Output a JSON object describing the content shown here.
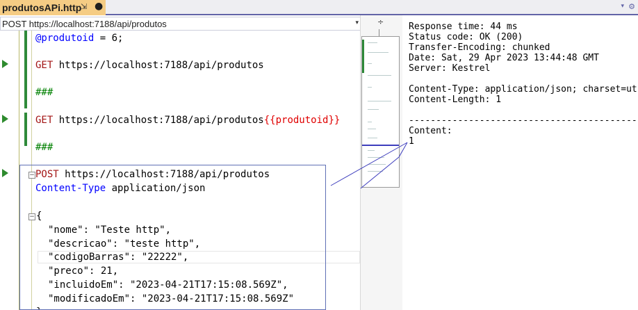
{
  "tab": {
    "title": "produtosAPi.http",
    "pin_icon": "pin-icon",
    "modified_icon": "modified-dot-icon"
  },
  "navbar": {
    "selected": "POST https://localhost:7188/api/produtos"
  },
  "code": {
    "line1_var": "@produtoid",
    "line1_rest": " = 6;",
    "req1_method": "GET",
    "req1_url": " https://localhost:7188/api/produtos",
    "sep1": "###",
    "req2_method": "GET",
    "req2_url": " https://localhost:7188/api/produtos",
    "req2_var": "{{produtoid}}",
    "sep2": "###",
    "req3_method": "POST",
    "req3_url": " https://localhost:7188/api/produtos",
    "header_name": "Content-Type",
    "header_value": " application/json",
    "brace_open": "{",
    "body": [
      "\"nome\": \"Teste http\",",
      "\"descricao\": \"teste http\",",
      "\"codigoBarras\": \"22222\",",
      "\"preco\": 21,",
      "\"incluidoEm\": \"2023-04-21T17:15:08.569Z\",",
      "\"modificadoEm\": \"2023-04-21T17:15:08.569Z\""
    ],
    "brace_close": "}"
  },
  "response": {
    "lines": [
      "Response time: 44 ms",
      "Status code: OK (200)",
      "Transfer-Encoding: chunked",
      "Date: Sat, 29 Apr 2023 13:44:48 GMT",
      "Server: Kestrel",
      "",
      "Content-Type: application/json; charset=utf",
      "Content-Length: 1",
      "",
      "--------------------------------------------",
      "Content:",
      "1"
    ]
  },
  "colors": {
    "tab_active": "#f5cc84",
    "accent": "#6264a7",
    "run_green": "#2e8b2e",
    "keyword": "#a31515",
    "variable": "#e00000",
    "separator": "#008000"
  }
}
